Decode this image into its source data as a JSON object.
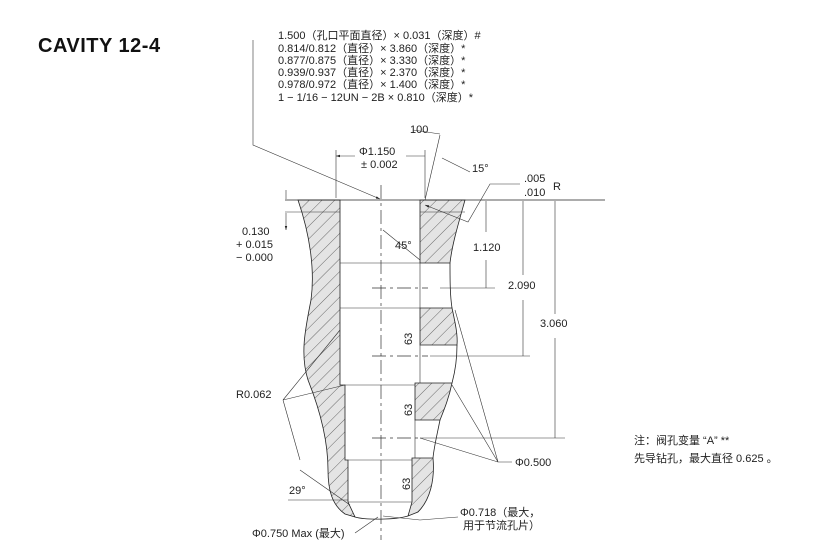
{
  "title": "CAVITY 12-4",
  "spec_notes": [
    "1.500（孔口平面直径）× 0.031（深度）#",
    "0.814/0.812（直径）× 3.860（深度）*",
    "0.877/0.875（直径）× 3.330（深度）*",
    "0.939/0.937（直径）× 2.370（深度）*",
    "0.978/0.972（直径）× 1.400（深度）*",
    "1 − 1/16 − 12UN − 2B × 0.810（深度）*"
  ],
  "dimensions": {
    "surface_finish_top": "100",
    "bore_diameter": "Φ1.150",
    "bore_tolerance": "± 0.002",
    "angle_15": "15°",
    "chamfer_a": ".005",
    "chamfer_b": ".010",
    "datum_r": "R",
    "depth_0130": "0.130",
    "tol_plus": "+ 0.015",
    "tol_minus": "− 0.000",
    "angle_45": "45°",
    "depth_1120": "1.120",
    "depth_2090": "2.090",
    "depth_3060": "3.060",
    "finish_63": "63",
    "radius": "R0.062",
    "port_diameter": "Φ0.500",
    "angle_29": "29°",
    "orifice_line1": "Φ0.718（最大，",
    "orifice_line2": "用于节流孔片）",
    "max_diameter": "Φ0.750 Max (最大)"
  },
  "footnote": {
    "line1": "注：阀孔变量 “A” **",
    "line2": "先导钻孔，最大直径 0.625 。"
  }
}
